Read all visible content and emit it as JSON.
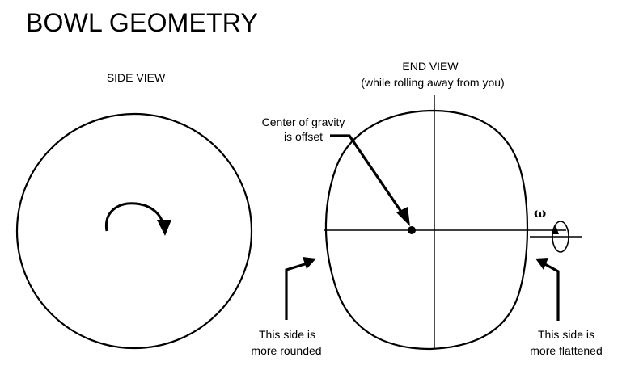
{
  "title": "BOWL GEOMETRY",
  "side_view": {
    "label": "SIDE VIEW"
  },
  "end_view": {
    "label": "END VIEW",
    "sublabel": "(while rolling away from you)"
  },
  "center_of_gravity": {
    "line1": "Center of gravity",
    "line2": "is offset"
  },
  "rounded_side": {
    "line1": "This side is",
    "line2": "more rounded"
  },
  "flattened_side": {
    "line1": "This side is",
    "line2": "more flattened"
  },
  "rotation_symbol": "ω",
  "colors": {
    "stroke": "#000000",
    "background": "#ffffff"
  }
}
